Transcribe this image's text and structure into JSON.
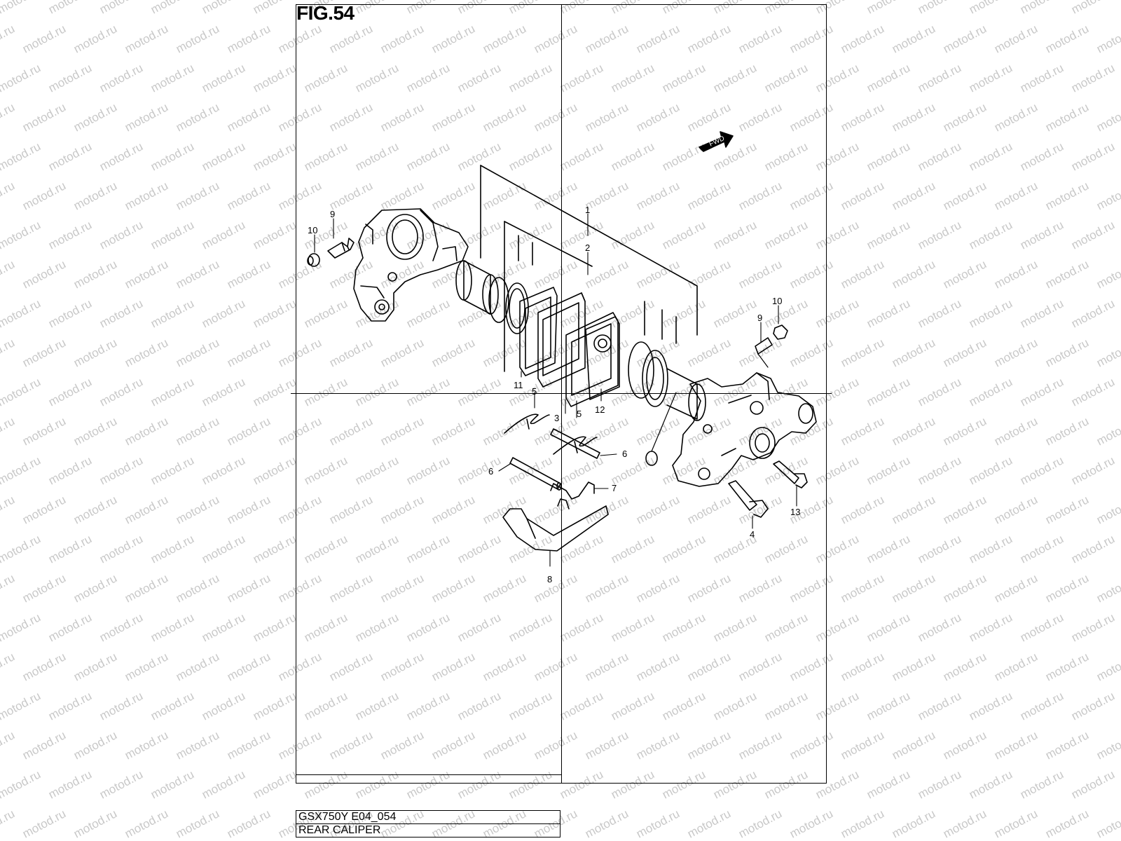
{
  "figure": {
    "title": "FIG.54"
  },
  "info": {
    "model_code": "GSX750Y E04_054",
    "assembly_name": "REAR CALIPER"
  },
  "watermark": {
    "text": "motod.ru",
    "color": "#c8c8c8"
  },
  "direction_badge": {
    "label": "FWD"
  },
  "callouts": [
    {
      "id": "label-1",
      "text": "1"
    },
    {
      "id": "label-2",
      "text": "2"
    },
    {
      "id": "label-3",
      "text": "3"
    },
    {
      "id": "label-4",
      "text": "4"
    },
    {
      "id": "label-5a",
      "text": "5"
    },
    {
      "id": "label-5b",
      "text": "5"
    },
    {
      "id": "label-6a",
      "text": "6"
    },
    {
      "id": "label-6b",
      "text": "6"
    },
    {
      "id": "label-7",
      "text": "7"
    },
    {
      "id": "label-8",
      "text": "8"
    },
    {
      "id": "label-9a",
      "text": "9"
    },
    {
      "id": "label-9b",
      "text": "9"
    },
    {
      "id": "label-10a",
      "text": "10"
    },
    {
      "id": "label-10b",
      "text": "10"
    },
    {
      "id": "label-11",
      "text": "11"
    },
    {
      "id": "label-12",
      "text": "12"
    },
    {
      "id": "label-13",
      "text": "13"
    }
  ]
}
